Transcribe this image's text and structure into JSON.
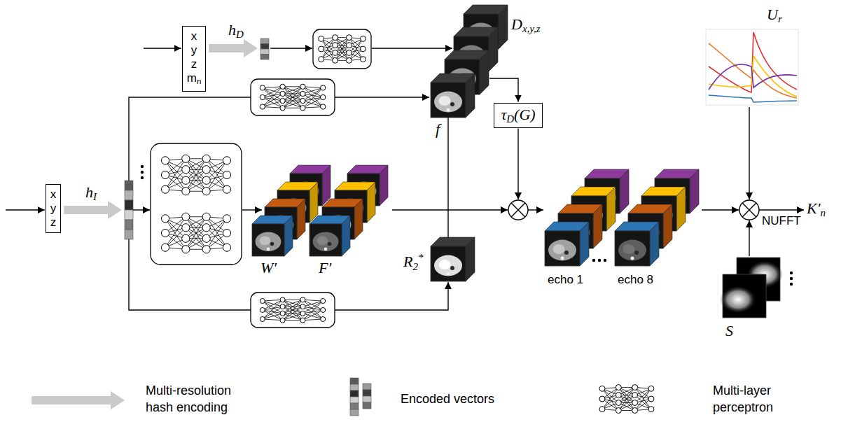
{
  "diagram": {
    "nodes": [
      {
        "text": [
          "x y z mn"
        ]
      },
      {
        "text": [
          "τD(G)"
        ]
      },
      {
        "text": [
          "x y z"
        ]
      }
    ],
    "labels": [
      "hD",
      "Dx,y,z",
      "Ur",
      "hI",
      "f",
      "W′",
      "F′",
      "R2*",
      "echo 1",
      "echo 8",
      "NUFFT",
      "K′n",
      "S"
    ],
    "legend": [
      {
        "text": "Multi-resolution hash encoding"
      },
      {
        "text": "Encoded vectors"
      },
      {
        "text": "Multi-layer perceptron"
      }
    ]
  }
}
